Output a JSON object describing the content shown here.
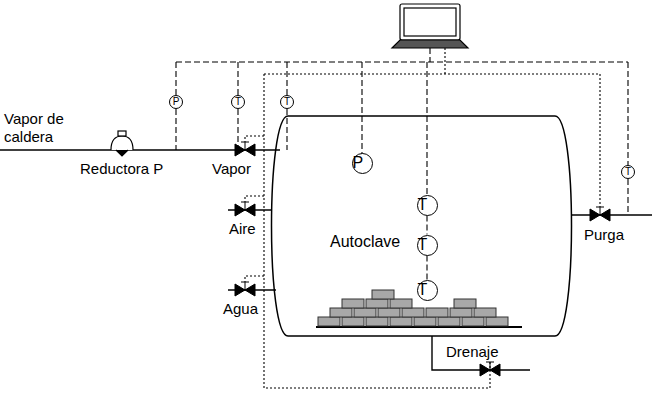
{
  "diagram": {
    "nodes": [
      {
        "text": [
          "P"
        ]
      },
      {
        "text": [
          "T"
        ]
      },
      {
        "text": [
          "T"
        ]
      },
      {
        "text": [
          "Autoclave"
        ]
      },
      {
        "text": [
          "P"
        ],
        "in": 3
      },
      {
        "text": [
          "T"
        ],
        "in": 3
      },
      {
        "text": [
          "T"
        ],
        "in": 3
      },
      {
        "text": [
          "T"
        ],
        "in": 3
      },
      {
        "text": [
          "T"
        ]
      }
    ],
    "edges": [
      {
        "from": 5,
        "to": 6,
        "arrow": "none"
      },
      {
        "from": 6,
        "to": 7,
        "arrow": "none"
      }
    ],
    "labels": [
      "Vapor de caldera",
      "Reductora P",
      "Vapor",
      "Aire",
      "Agua",
      "Purga",
      "Drenaje"
    ]
  }
}
